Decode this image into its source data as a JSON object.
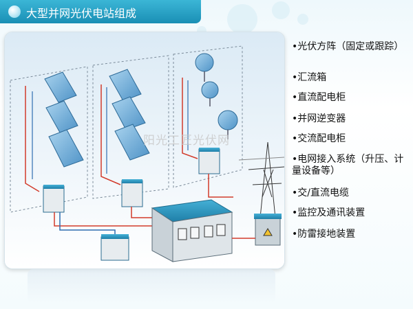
{
  "title": "大型并网光伏电站组成",
  "watermark": "阳光工匠光伏网",
  "components": [
    "•光伏方阵（固定或跟踪）",
    "•汇流箱",
    "•直流配电柜",
    "•并网逆变器",
    "•交流配电柜",
    "•电网接入系统（升压、计量设备等）",
    "•交/直流电缆",
    "•监控及通讯装置",
    "•防雷接地装置"
  ],
  "colors": {
    "title_bar": "#1a8fb5",
    "house_roof": "#2f92b8",
    "panel": "#7ab8dd",
    "cable_red": "#d23a2a"
  }
}
